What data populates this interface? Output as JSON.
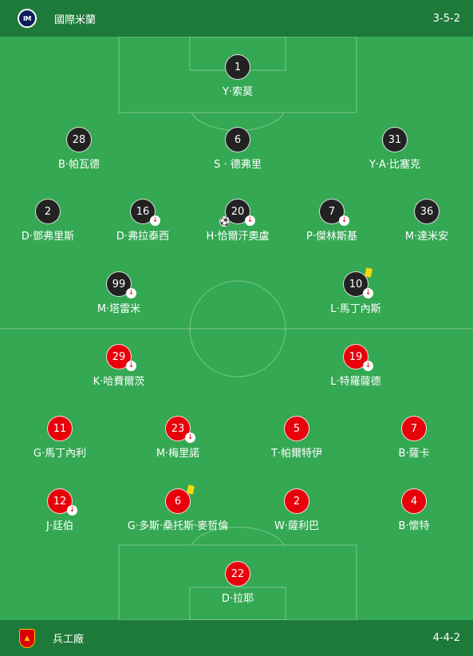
{
  "home": {
    "name": "國際米蘭",
    "formation": "3-5-2",
    "crest": "inter-crest-icon",
    "players": [
      {
        "number": "1",
        "name": "Y·索莫"
      },
      {
        "number": "28",
        "name": "B·帕瓦德"
      },
      {
        "number": "6",
        "name": "S · 德弗里"
      },
      {
        "number": "31",
        "name": "Y·A·比塞克"
      },
      {
        "number": "2",
        "name": "D·鄧弗里斯"
      },
      {
        "number": "16",
        "name": "D·弗拉泰西",
        "sub": true
      },
      {
        "number": "20",
        "name": "H·恰爾汗奧盧",
        "sub": true,
        "goal": true
      },
      {
        "number": "7",
        "name": "P·傑林斯基",
        "sub": true
      },
      {
        "number": "36",
        "name": "M·達米安"
      },
      {
        "number": "99",
        "name": "M·塔雷米",
        "sub": true
      },
      {
        "number": "10",
        "name": "L·馬丁內斯",
        "sub": true,
        "yellow": true
      }
    ]
  },
  "away": {
    "name": "兵工廠",
    "formation": "4-4-2",
    "crest": "arsenal-crest-icon",
    "players": [
      {
        "number": "29",
        "name": "K·哈費爾茨",
        "sub": true
      },
      {
        "number": "19",
        "name": "L·特羅薩德",
        "sub": true
      },
      {
        "number": "11",
        "name": "G·馬丁內利"
      },
      {
        "number": "23",
        "name": "M·梅里諾",
        "sub": true
      },
      {
        "number": "5",
        "name": "T·帕爾特伊"
      },
      {
        "number": "7",
        "name": "B·薩卡"
      },
      {
        "number": "12",
        "name": "J·廷伯",
        "sub": true
      },
      {
        "number": "6",
        "name": "G·多斯·桑托斯·麥哲倫",
        "yellow": true
      },
      {
        "number": "2",
        "name": "W·薩利巴"
      },
      {
        "number": "4",
        "name": "B·懷特"
      },
      {
        "number": "22",
        "name": "D·拉耶"
      }
    ]
  },
  "colors": {
    "pitch": "#34a853",
    "bar": "#1e7a3a",
    "home_kit": "#222222",
    "away_kit": "#e8000b",
    "card": "#f5d90a"
  }
}
